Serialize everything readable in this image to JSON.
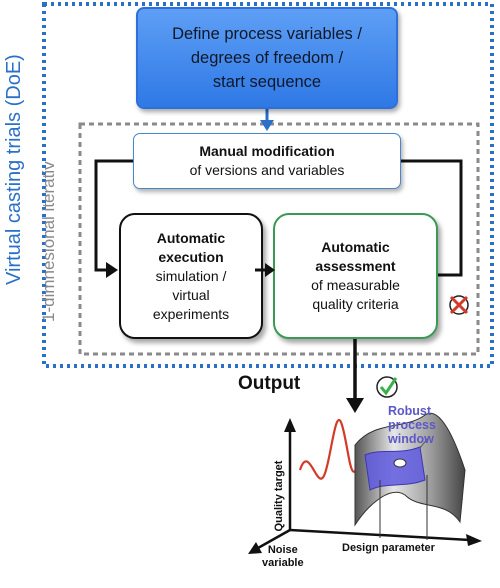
{
  "top_box": {
    "lines": [
      "Define process variables /",
      "degrees of freedom /",
      "start sequence"
    ]
  },
  "outer_label": "Virtual casting trials (DoE)",
  "inner_label": "1-dimnesional iterativ",
  "manual_box": {
    "title": "Manual modification",
    "subtitle": "of versions and variables"
  },
  "execution_box": {
    "title_lines": [
      "Automatic",
      "execution"
    ],
    "body_lines": [
      "simulation /",
      "virtual",
      "experiments"
    ]
  },
  "assessment_box": {
    "title_lines": [
      "Automatic",
      "assessment"
    ],
    "body_lines": [
      "of measurable",
      "quality criteria"
    ]
  },
  "output": {
    "label": "Output",
    "robust_lines": [
      "Robust",
      "process",
      "window"
    ],
    "y_axis": "Quality target",
    "noise_lines": [
      "Noise",
      "variable"
    ],
    "design_axis": "Design parameter"
  },
  "icons": {
    "reject": "reject-icon",
    "accept": "accept-icon"
  },
  "colors": {
    "blue": "#2a6fc9",
    "gray": "#8a8a8a",
    "green": "#3a9a55",
    "red": "#d43a2a",
    "purple": "#6a66e0"
  }
}
